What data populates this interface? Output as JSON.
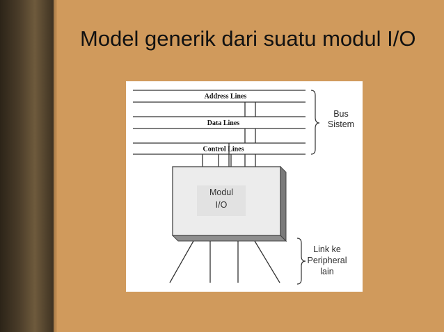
{
  "slide": {
    "title": "Model generik dari suatu modul I/O"
  },
  "diagram": {
    "bus_lines": [
      "Address Lines",
      "Data Lines",
      "Control Lines"
    ],
    "module_label_line1": "Modul",
    "module_label_line2": "I/O",
    "bus_group_line1": "Bus",
    "bus_group_line2": "Sistem",
    "link_group_line1": "Link ke",
    "link_group_line2": "Peripheral",
    "link_group_line3": "lain"
  }
}
